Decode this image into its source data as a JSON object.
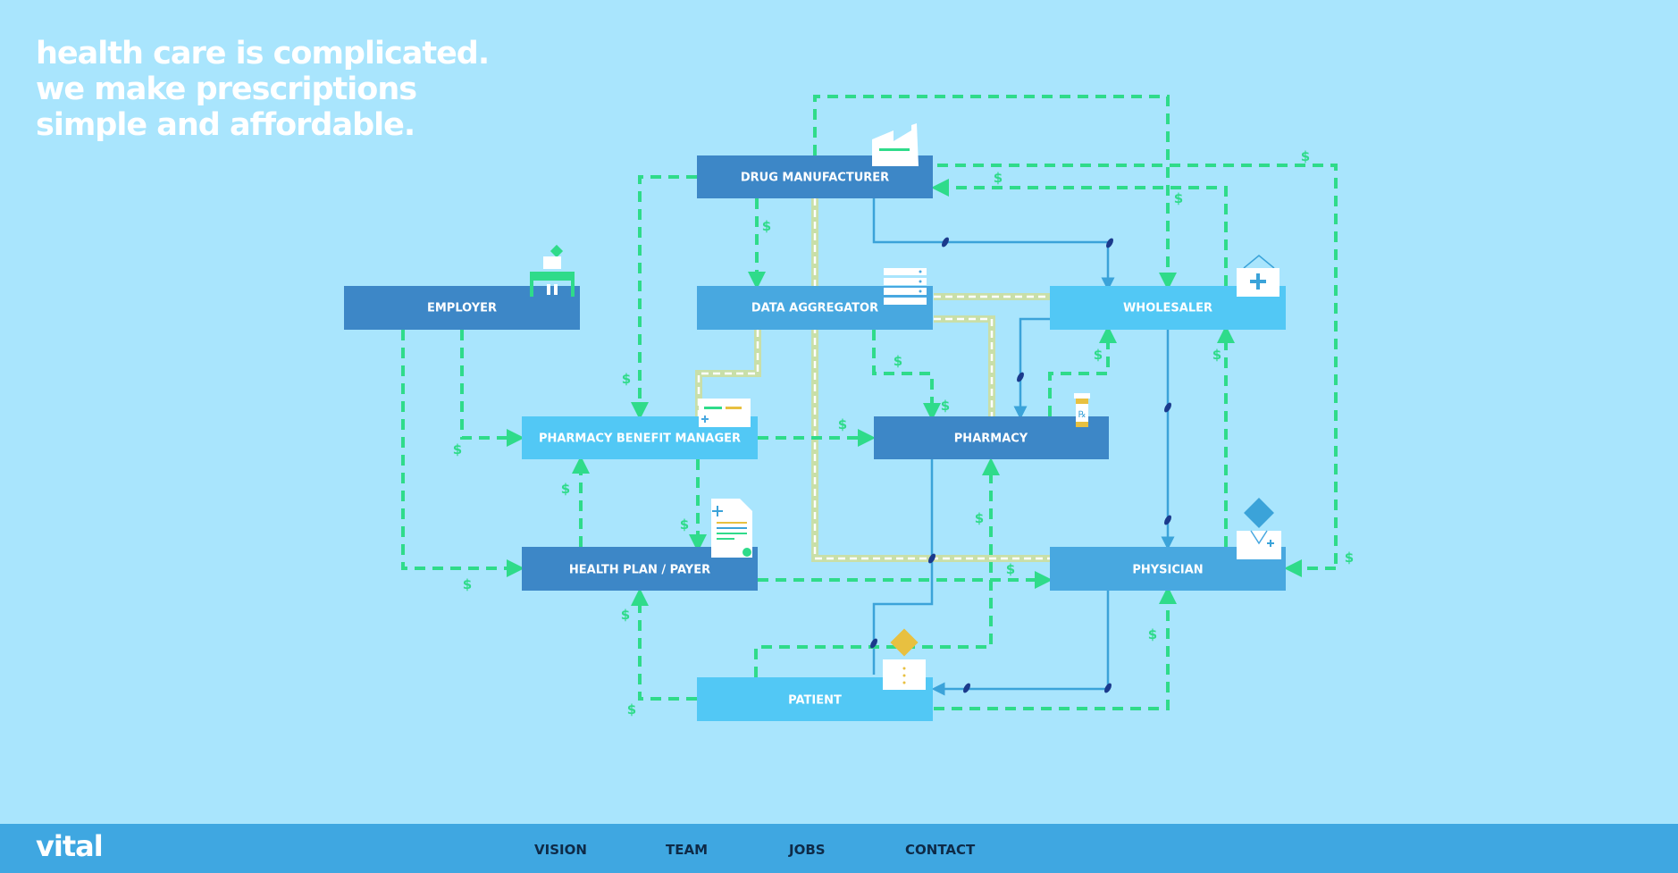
{
  "hero": {
    "line1": "health care is complicated.",
    "line2": "we make prescriptions",
    "line3": "simple and affordable."
  },
  "nodes": {
    "drug_manufacturer": "DRUG MANUFACTURER",
    "data_aggregator": "DATA AGGREGATOR",
    "wholesaler": "WHOLESALER",
    "employer": "EMPLOYER",
    "pbm": "PHARMACY BENEFIT MANAGER",
    "pharmacy": "PHARMACY",
    "health_plan": "HEALTH PLAN / PAYER",
    "physician": "PHYSICIAN",
    "patient": "PATIENT"
  },
  "money_symbol": "$",
  "footer": {
    "logo": "vital",
    "nav": [
      "VISION",
      "TEAM",
      "JOBS",
      "CONTACT"
    ]
  },
  "colors": {
    "background": "#a9e5fd",
    "money_flow": "#2fdb8a",
    "rx_flow": "#3ba3d9",
    "footer": "#3fa7e1",
    "node_dark": "#3d87c7",
    "node_mid": "#48a8e0",
    "node_light": "#52c8f5"
  },
  "icons": [
    "factory-icon",
    "server-icon",
    "medical-box-icon",
    "desk-icon",
    "card-icon",
    "pill-bottle-icon",
    "document-icon",
    "doctor-icon",
    "person-icon"
  ]
}
